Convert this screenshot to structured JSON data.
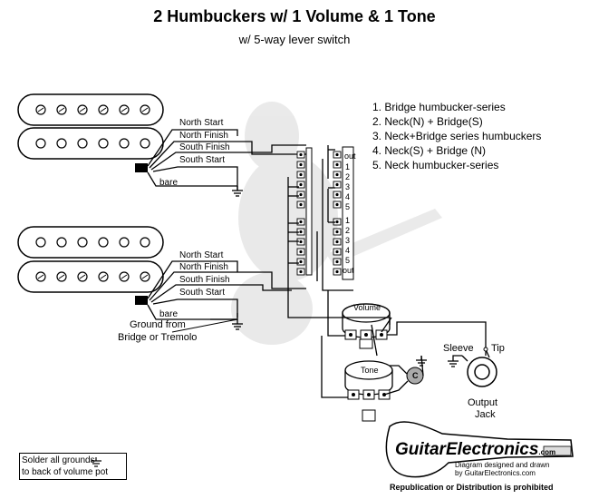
{
  "header": {
    "title": "2 Humbuckers w/ 1 Volume & 1 Tone",
    "subtitle": "w/ 5-way lever switch"
  },
  "positions": [
    "1. Bridge humbucker-series",
    "2. Neck(N) + Bridge(S)",
    "3. Neck+Bridge series humbuckers",
    "4. Neck(S) + Bridge (N)",
    "5. Neck humbucker-series"
  ],
  "neck_pickup": {
    "wires": [
      "North Start",
      "North Finish",
      "South Finish",
      "South Start"
    ],
    "bare": "bare"
  },
  "bridge_pickup": {
    "wires": [
      "North Start",
      "North Finish",
      "South Finish",
      "South Start"
    ],
    "bare": "bare"
  },
  "ground_label_1": "Ground from",
  "ground_label_2": "Bridge or Tremolo",
  "switch_labels": {
    "top": [
      "out",
      "1",
      "2",
      "3",
      "4",
      "5"
    ],
    "bottom": [
      "1",
      "2",
      "3",
      "4",
      "5",
      "out"
    ]
  },
  "volume_label": "Volume",
  "tone_label": "Tone",
  "capacitor_label": "C",
  "jack": {
    "sleeve": "Sleeve",
    "tip": "Tip",
    "name_1": "Output",
    "name_2": "Jack"
  },
  "note": {
    "line1": "Solder all grounds",
    "line2": "to back of volume pot"
  },
  "brand": {
    "name": "GuitarElectronics",
    "suffix": ".com",
    "line1": "Diagram designed and drawn",
    "line2": "by GuitarElectronics.com",
    "notice": "Republication or Distribution is prohibited"
  }
}
